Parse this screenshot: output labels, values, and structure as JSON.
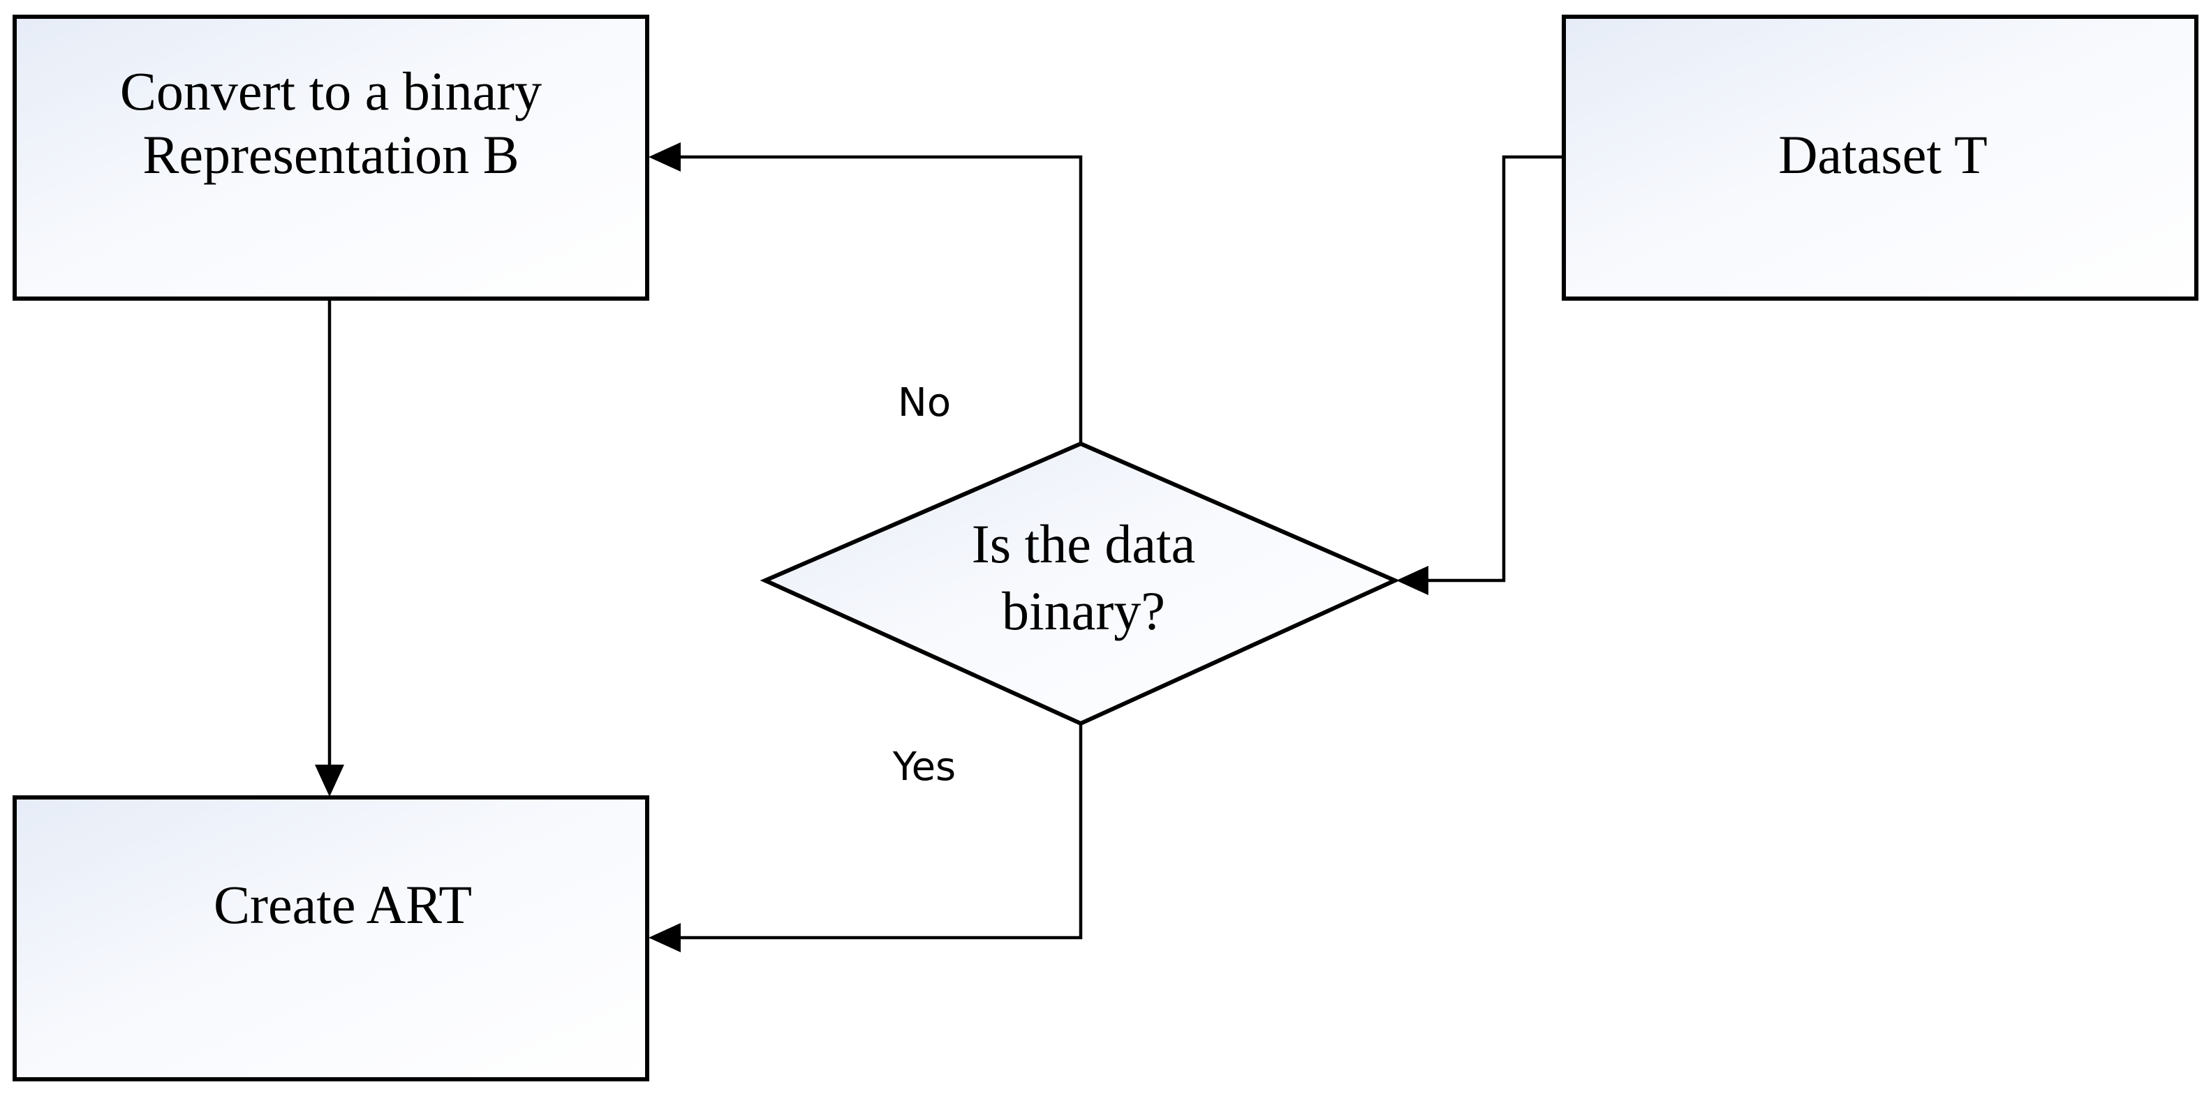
{
  "nodes": {
    "convert": {
      "line1": "Convert to a binary",
      "line2": "Representation B"
    },
    "dataset": {
      "label": "Dataset T"
    },
    "decision": {
      "line1": "Is the data",
      "line2": "binary?"
    },
    "create_art": {
      "label": "Create ART"
    }
  },
  "edges": {
    "no_label": "No",
    "yes_label": "Yes"
  },
  "colors": {
    "stroke": "#000000",
    "box_fill_light": "#ffffff",
    "box_fill_tint": "#e6ecf7"
  }
}
